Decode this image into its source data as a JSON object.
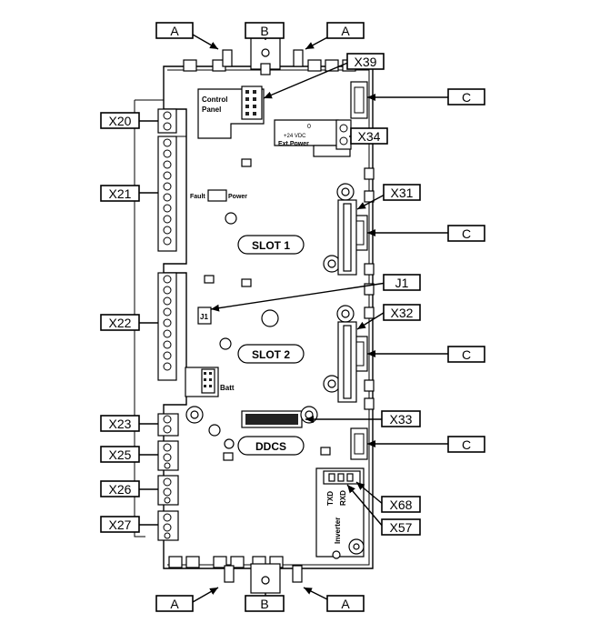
{
  "diagram": {
    "callouts": {
      "a_top_left": "A",
      "b_top": "B",
      "a_top_right": "A",
      "x39": "X39",
      "c1": "C",
      "x20": "X20",
      "x34": "X34",
      "x21": "X21",
      "x31": "X31",
      "c2": "C",
      "j1": "J1",
      "x22": "X22",
      "x32": "X32",
      "c3": "C",
      "x23": "X23",
      "x33": "X33",
      "c4": "C",
      "x25": "X25",
      "x26": "X26",
      "x68": "X68",
      "x57": "X57",
      "x27": "X27",
      "a_bottom_left": "A",
      "b_bottom": "B",
      "a_bottom_right": "A"
    },
    "board_labels": {
      "control_panel_line1": "Control",
      "control_panel_line2": "Panel",
      "ext_power_0": "0",
      "ext_power_24": "+24 VDC",
      "ext_power_name": "Ext.Power",
      "fault": "Fault",
      "power": "Power",
      "slot1": "SLOT 1",
      "slot2": "SLOT 2",
      "j1_board": "J1",
      "batt": "Batt",
      "ddcs": "DDCS",
      "txd": "TXD",
      "rxd": "RXD",
      "inverter": "Inverter"
    }
  }
}
